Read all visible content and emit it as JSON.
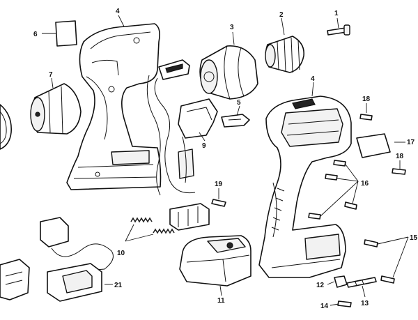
{
  "callouts": {
    "c1": "1",
    "c2": "2",
    "c3": "3",
    "c4a": "4",
    "c4b": "4",
    "c5": "5",
    "c6": "6",
    "c7": "7",
    "c9": "9",
    "c10": "10",
    "c11": "11",
    "c12": "12",
    "c13": "13",
    "c14": "14",
    "c15": "15",
    "c16": "16",
    "c17": "17",
    "c18a": "18",
    "c18b": "18",
    "c19": "19",
    "c21": "21"
  }
}
